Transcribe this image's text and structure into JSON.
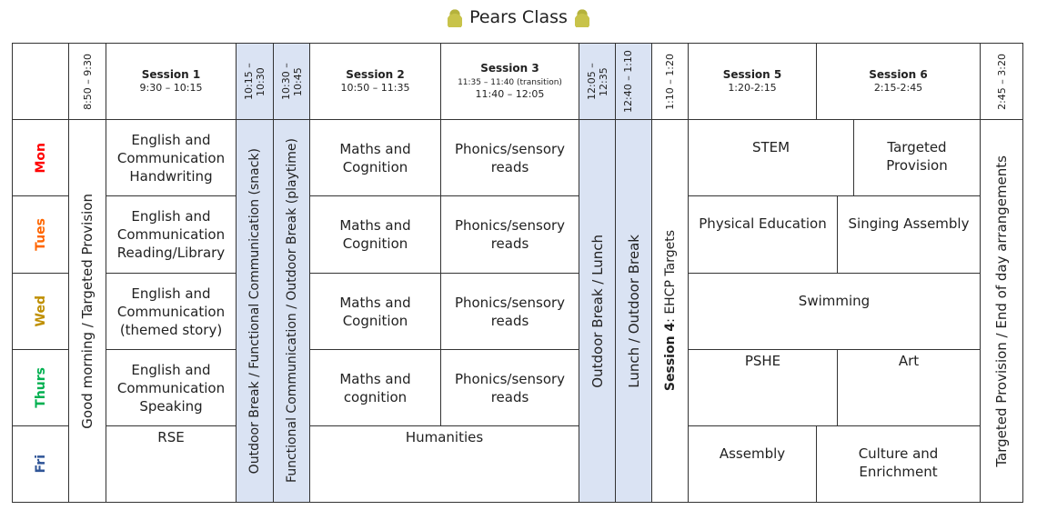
{
  "title": "Pears Class",
  "header": {
    "t0": "8:50 – 9:30",
    "s1": "Session 1",
    "s1t": "9:30 – 10:15",
    "t1": "10:15 – 10:30",
    "t2": "10:30 – 10:45",
    "s2": "Session 2",
    "s2t": "10:50 – 11:35",
    "s3": "Session 3",
    "s3tr": "11:35 – 11:40 (transition)",
    "s3t": "11:40 – 12:05",
    "t3": "12:05 – 12:35",
    "t4": "12:40 – 1:10",
    "t5": "1:10 – 1:20",
    "s5": "Session 5",
    "s5t": "1:20-2:15",
    "s6": "Session 6",
    "s6t": "2:15-2:45",
    "t6": "2:45 – 3:20"
  },
  "days": [
    {
      "label": "Mon",
      "color": "#ff0000"
    },
    {
      "label": "Tues",
      "color": "#ff6600"
    },
    {
      "label": "Wed",
      "color": "#bf8f00"
    },
    {
      "label": "Thurs",
      "color": "#00b050"
    },
    {
      "label": "Fri",
      "color": "#2f5597"
    }
  ],
  "spans": {
    "goodmorning": "Good morning / Targeted Provision",
    "outdoor1": "Outdoor Break / Functional Communication  (snack)",
    "outdoor2": "Functional Communication / Outdoor Break (playtime)",
    "lunch1": "Outdoor Break / Lunch",
    "lunch2": "Lunch / Outdoor Break",
    "session4_label": "Session 4",
    "session4": ": EHCP Targets",
    "endday": "Targeted Provision / End of day arrangements"
  },
  "mon": {
    "s1": "English and Communication Handwriting",
    "s2": "Maths and Cognition",
    "s3": "Phonics/sensory reads",
    "s5": "STEM",
    "s6": "Targeted Provision"
  },
  "tue": {
    "s1": "English and Communication Reading/Library",
    "s2": "Maths and Cognition",
    "s3": "Phonics/sensory reads",
    "s5": "Physical Education",
    "s6": "Singing Assembly"
  },
  "wed": {
    "s1": "English and Communication (themed story)",
    "s2": "Maths and Cognition",
    "s3": "Phonics/sensory reads",
    "s56": "Swimming"
  },
  "thu": {
    "s1": "English and Communication Speaking",
    "s2": "Maths and cognition",
    "s3": "Phonics/sensory reads",
    "s5": "PSHE",
    "s6": "Art"
  },
  "fri": {
    "s1": "RSE",
    "s23": "Humanities",
    "s5": "Assembly",
    "s6": "Culture and Enrichment"
  }
}
